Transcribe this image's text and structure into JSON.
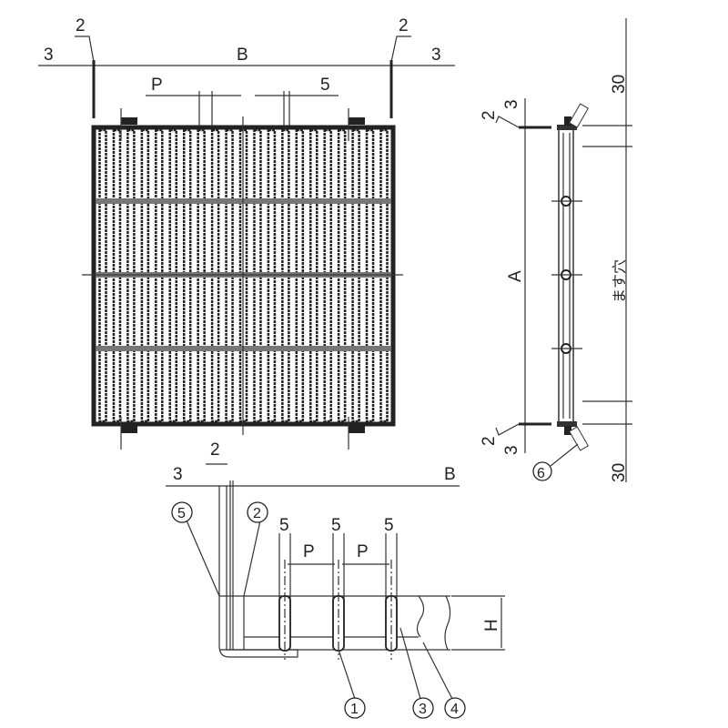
{
  "plan_view": {
    "dim_left_3": "3",
    "dim_left_2": "2",
    "dim_B": "B",
    "dim_right_3": "3",
    "dim_right_2": "2",
    "dim_P": "P",
    "dim_5": "5",
    "bar_count": 21,
    "cross_bar_count": 3
  },
  "side_view": {
    "dim_top_2": "2",
    "dim_top_3": "3",
    "dim_A": "A",
    "dim_bottom_2": "2",
    "dim_bottom_3": "3",
    "dim_top_30": "30",
    "dim_bottom_30": "30",
    "dim_hole": "ます穴",
    "callout_6": "6"
  },
  "section_view": {
    "dim_3": "3",
    "dim_2": "2",
    "dim_B": "B",
    "dim_5a": "5",
    "dim_5b": "5",
    "dim_5c": "5",
    "dim_P1": "P",
    "dim_P2": "P",
    "dim_H": "H",
    "callout_1": "1",
    "callout_2": "2",
    "callout_3": "3",
    "callout_4": "4",
    "callout_5": "5"
  },
  "colors": {
    "line": "#222222",
    "background": "#ffffff"
  }
}
